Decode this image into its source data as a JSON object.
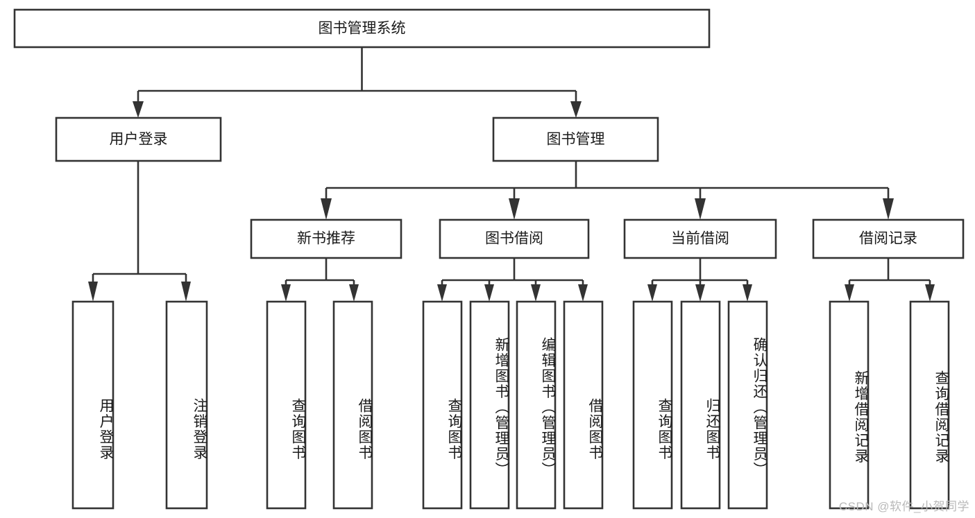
{
  "diagram": {
    "title_node": {
      "label": "图书管理系统"
    },
    "level2": [
      {
        "id": "user-login",
        "label": "用户登录"
      },
      {
        "id": "book-management",
        "label": "图书管理"
      }
    ],
    "level3": [
      {
        "id": "new-book-recommend",
        "label": "新书推荐"
      },
      {
        "id": "book-borrow",
        "label": "图书借阅"
      },
      {
        "id": "current-borrow",
        "label": "当前借阅"
      },
      {
        "id": "borrow-record",
        "label": "借阅记录"
      }
    ],
    "leaves": [
      {
        "id": "leaf-user-login",
        "label": "用户登录",
        "parent": "user-login"
      },
      {
        "id": "leaf-logout-login",
        "label": "注销登录",
        "parent": "user-login"
      },
      {
        "id": "leaf-query-book-1",
        "label": "查询图书",
        "parent": "new-book-recommend"
      },
      {
        "id": "leaf-borrow-book-1",
        "label": "借阅图书",
        "parent": "new-book-recommend"
      },
      {
        "id": "leaf-query-book-2",
        "label": "查询图书",
        "parent": "book-borrow"
      },
      {
        "id": "leaf-add-book",
        "label": "新增图书（管理员）",
        "parent": "book-borrow"
      },
      {
        "id": "leaf-edit-book",
        "label": "编辑图书（管理员）",
        "parent": "book-borrow"
      },
      {
        "id": "leaf-borrow-book-2",
        "label": "借阅图书",
        "parent": "book-borrow"
      },
      {
        "id": "leaf-query-book-3",
        "label": "查询图书",
        "parent": "current-borrow"
      },
      {
        "id": "leaf-return-book",
        "label": "归还图书",
        "parent": "current-borrow"
      },
      {
        "id": "leaf-confirm-return",
        "label": "确认归还（管理员）",
        "parent": "current-borrow"
      },
      {
        "id": "leaf-add-record",
        "label": "新增借阅记录",
        "parent": "borrow-record"
      },
      {
        "id": "leaf-query-record",
        "label": "查询借阅记录",
        "parent": "borrow-record"
      }
    ]
  },
  "watermark": {
    "text": "CSDN @软件_小贺同学"
  },
  "colors": {
    "stroke": "#333333",
    "box_fill": "#ffffff",
    "text": "#1a1a1a",
    "watermark": "#b9b9b9",
    "background": "#ffffff"
  }
}
